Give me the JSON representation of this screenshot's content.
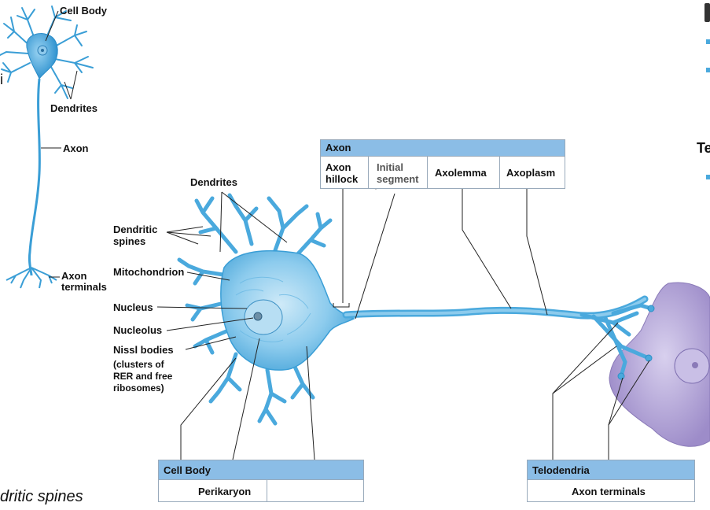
{
  "small_neuron": {
    "cell_body": "Cell Body",
    "dendrites": "Dendrites",
    "axon": "Axon",
    "axon_terminals_line1": "Axon",
    "axon_terminals_line2": "terminals"
  },
  "left_fragments": {
    "letter": "i",
    "italic_caption": "dritic spines"
  },
  "right_fragments": {
    "te": "Te"
  },
  "labels": {
    "dendrites": "Dendrites",
    "dendritic_spines_1": "Dendritic",
    "dendritic_spines_2": "spines",
    "mitochondrion": "Mitochondrion",
    "nucleus": "Nucleus",
    "nucleolus": "Nucleolus",
    "nissl_bodies": "Nissl bodies",
    "nissl_sub_1": "(clusters of",
    "nissl_sub_2": "RER and free",
    "nissl_sub_3": "ribosomes)"
  },
  "axon_box": {
    "title": "Axon",
    "hillock_1": "Axon",
    "hillock_2": "hillock",
    "initial_segment_1": "Initial",
    "initial_segment_2": "segment",
    "axolemma": "Axolemma",
    "axoplasm": "Axoplasm"
  },
  "cell_body_box": {
    "title": "Cell Body",
    "perikaryon": "Perikaryon"
  },
  "telodendria_box": {
    "title": "Telodendria",
    "axon_terminals": "Axon terminals"
  },
  "colors": {
    "neuron_blue": "#5fb3e0",
    "neuron_dark": "#2f8fc6",
    "target_cell": "#b7a9d8",
    "box_header": "#8bbde6",
    "redaction_red": "#e8352b",
    "scribble_gray": "#6b6b6b"
  }
}
